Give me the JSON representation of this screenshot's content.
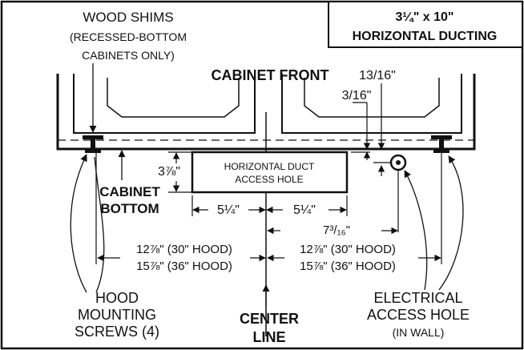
{
  "title_box": {
    "line1": "3¼\" x 10\"",
    "line2": "HORIZONTAL DUCTING"
  },
  "labels": {
    "wood_shims": "WOOD SHIMS",
    "shims_note_1": "(RECESSED-BOTTOM",
    "shims_note_2": "CABINETS ONLY)",
    "cabinet_front": "CABINET FRONT",
    "dim_13_16": "13/16\"",
    "dim_3_16": "3/16\"",
    "dim_3_7_8": "3⅞\"",
    "duct_hole_1": "HORIZONTAL DUCT",
    "duct_hole_2": "ACCESS HOLE",
    "cabinet_bottom_1": "CABINET",
    "cabinet_bottom_2": "BOTTOM",
    "dim_5_1_4_left": "5¼\"",
    "dim_5_1_4_right": "5¼\"",
    "dim_7_3_16": "7³/₁₆\"",
    "dim_left_30": "12⅞\" (30\" HOOD)",
    "dim_left_36": "15⅞\" (36\" HOOD)",
    "dim_right_30": "12⅞\" (30\" HOOD)",
    "dim_right_36": "15⅞\" (36\" HOOD)",
    "screws_1": "HOOD",
    "screws_2": "MOUNTING",
    "screws_3": "SCREWS (4)",
    "center_1": "CENTER",
    "center_2": "LINE",
    "elec_1": "ELECTRICAL",
    "elec_2": "ACCESS HOLE",
    "elec_3": "(IN WALL)"
  }
}
